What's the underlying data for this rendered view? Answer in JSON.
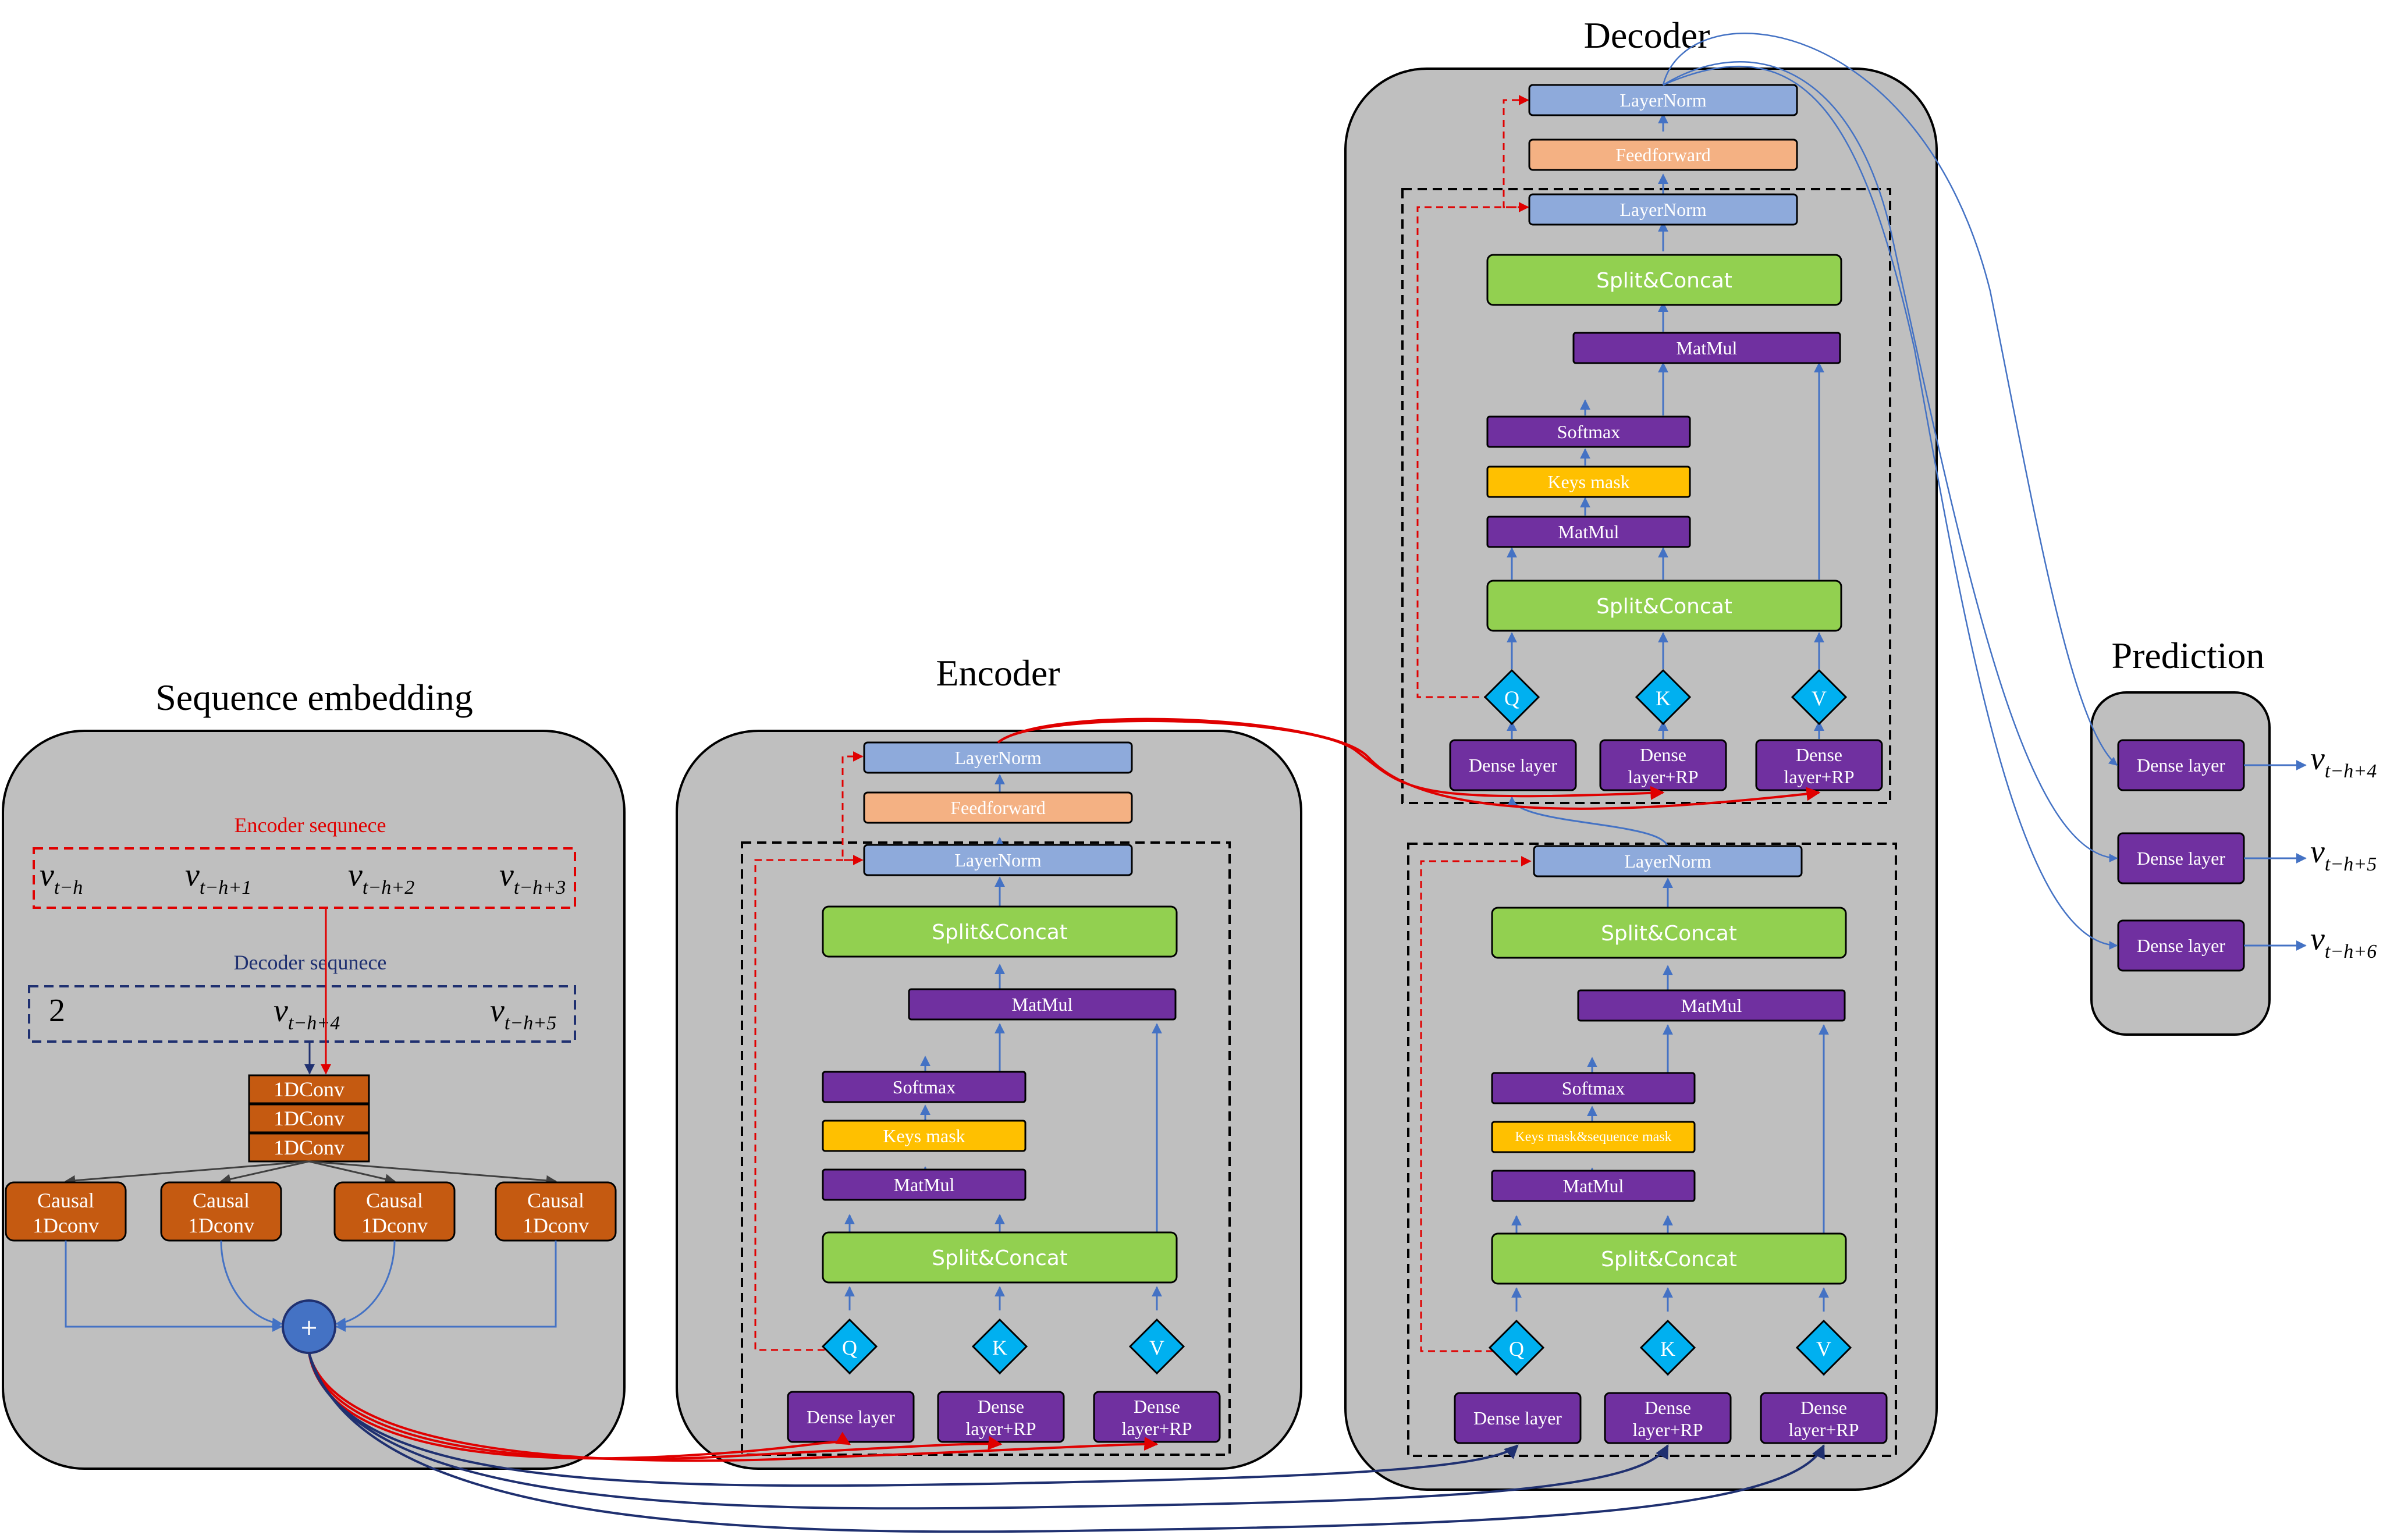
{
  "titles": {
    "sequence_embedding": "Sequence embedding",
    "encoder": "Encoder",
    "decoder": "Decoder",
    "prediction": "Prediction"
  },
  "embedding": {
    "encoder_sequence_label": "Encoder sequnece",
    "decoder_sequence_label": "Decoder sequnece",
    "encoder_tokens": [
      {
        "base": "v",
        "sub": "t−h"
      },
      {
        "base": "v",
        "sub": "t−h+1"
      },
      {
        "base": "v",
        "sub": "t−h+2"
      },
      {
        "base": "v",
        "sub": "t−h+3"
      }
    ],
    "decoder_tokens": [
      {
        "base": "2",
        "sub": ""
      },
      {
        "base": "v",
        "sub": "t−h+4"
      },
      {
        "base": "v",
        "sub": "t−h+5"
      }
    ],
    "conv_label": "1DConv",
    "causal_line1": "Causal",
    "causal_line2": "1Dconv",
    "sum_symbol": "+"
  },
  "blocks": {
    "layernorm": "LayerNorm",
    "feedforward": "Feedforward",
    "split_concat": "Split&Concat",
    "matmul": "MatMul",
    "softmax": "Softmax",
    "keys_mask": "Keys mask",
    "keys_seq_mask": "Keys mask&sequence mask",
    "dense": "Dense layer",
    "dense_rp_line1": "Dense",
    "dense_rp_line2": "layer+RP",
    "q": "Q",
    "k": "K",
    "v": "V"
  },
  "prediction": {
    "dense": "Dense layer",
    "outputs": [
      {
        "base": "v",
        "sub": "t−h+4"
      },
      {
        "base": "v",
        "sub": "t−h+5"
      },
      {
        "base": "v",
        "sub": "t−h+6"
      }
    ]
  },
  "colors": {
    "panel": "#bfbfbf",
    "layernorm": "#8eaadb",
    "feedforward": "#f4b183",
    "split_concat": "#92d050",
    "purple": "#7030a0",
    "keys_mask": "#ffc000",
    "diamond": "#00b0f0",
    "conv": "#c55a11",
    "sum": "#4472c4",
    "arrow_blue": "#4472c4",
    "arrow_red": "#e00000",
    "arrow_navy": "#1f3070"
  }
}
